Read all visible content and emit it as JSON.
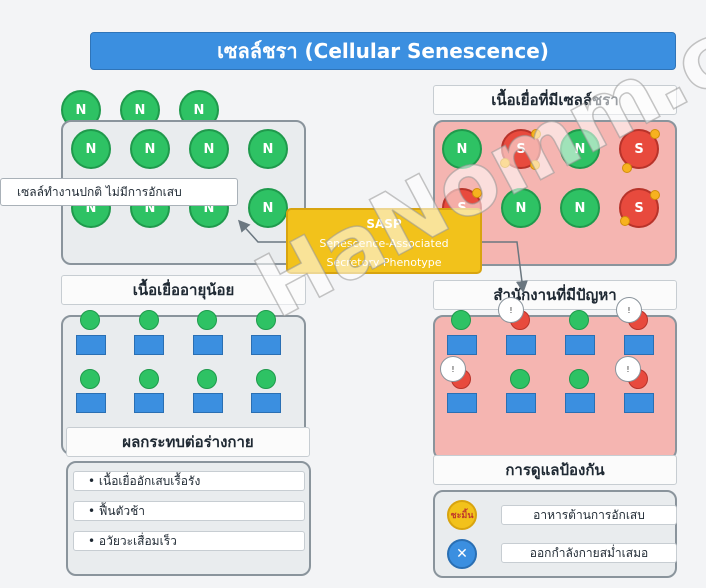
{
  "title": "เซลล์ชรา (Cellular Senescence)",
  "young_tissue": {
    "label": "เนื้อเยื่ออายุน้อย",
    "cell_letter": "N",
    "callout": "เซลล์ทำงานปกติ ไม่มีการอักเสบ"
  },
  "senescent_tissue": {
    "label": "เนื้อเยื่อที่มีเซลล์ชรา",
    "normal_letter": "N",
    "senescent_letter": "S"
  },
  "sasp": {
    "title": "SASP",
    "line1": "Senescence-Associated",
    "line2": "Secretory Phenotype"
  },
  "problem_tissue": {
    "label": "สำนักงานที่มีปัญหา",
    "bubble_text": "!"
  },
  "effects": {
    "label": "ผลกระทบต่อร่างกาย",
    "items": [
      "• เนื้อเยื่ออักเสบเรื้อรัง",
      "• ฟื้นตัวช้า",
      "• อวัยวะเสื่อมเร็ว"
    ]
  },
  "prevention": {
    "label": "การดูแลป้องกัน",
    "items": [
      {
        "icon_text": "ชะมิ้น",
        "text": "อาหารต้านการอักเสบ",
        "icon": "turmeric-icon",
        "color": "#f2c21b"
      },
      {
        "icon_text": "✕",
        "text": "ออกกำลังกายสม่ำเสมอ",
        "icon": "exercise-icon",
        "color": "#3b8fe0"
      }
    ]
  },
  "watermark": "HaNomm.com",
  "colors": {
    "normal_cell": "#2ec264",
    "senescent_cell": "#e84a3d",
    "sasp": "#f2c21b",
    "title_bar": "#3b8fe0"
  }
}
